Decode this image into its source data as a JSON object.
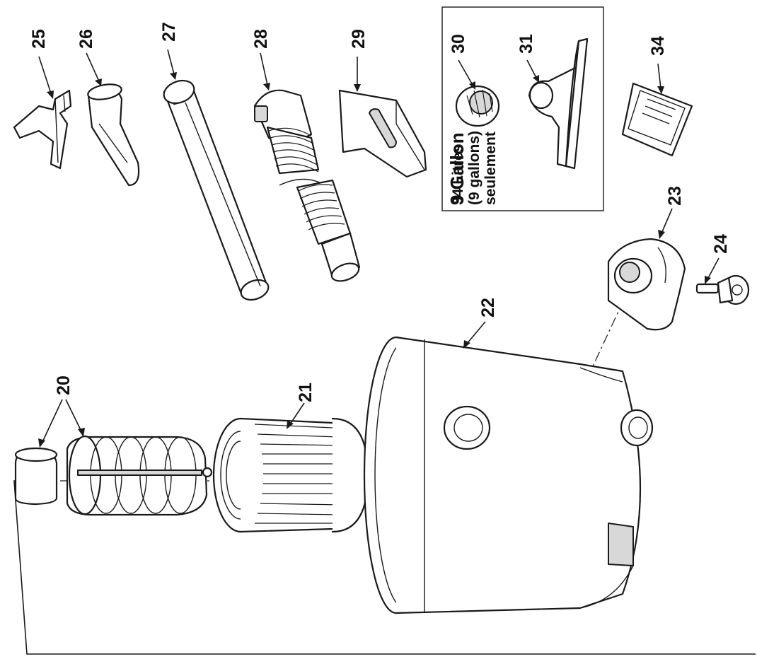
{
  "labels": {
    "p20": "20",
    "p21": "21",
    "p22": "22",
    "p23": "23",
    "p24": "24",
    "p25": "25",
    "p26": "26",
    "p27": "27",
    "p28": "28",
    "p29": "29",
    "p30": "30",
    "p31": "31",
    "p34": "34"
  },
  "inset_note": {
    "title": "9 Gallon",
    "line1": "34 Litres",
    "line2": "(9 gallons)",
    "line3": "seulement"
  }
}
